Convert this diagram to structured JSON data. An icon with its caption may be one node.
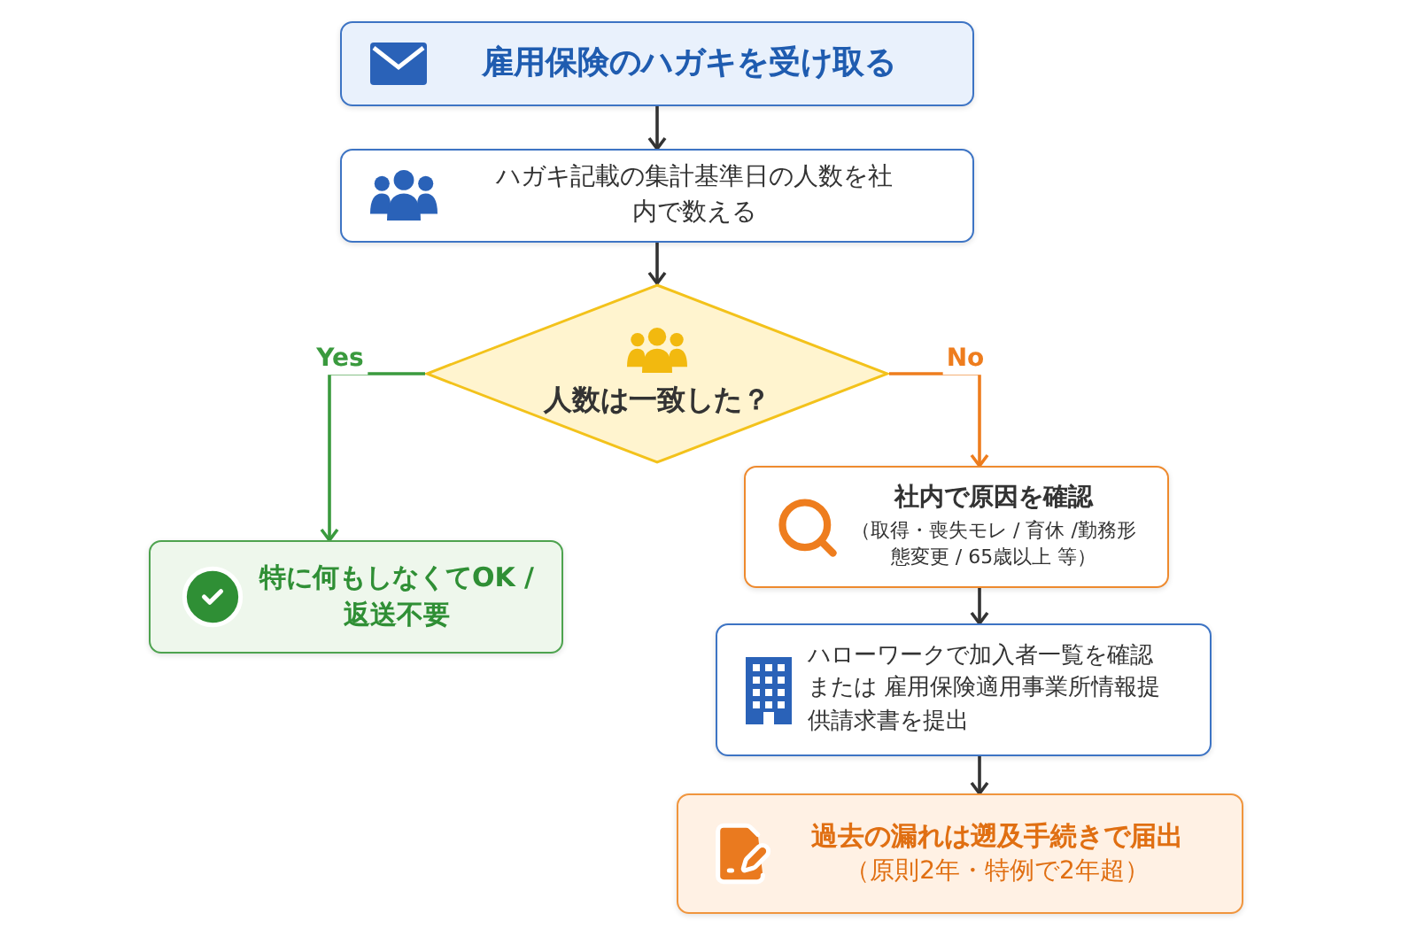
{
  "diagram": {
    "nodes": [
      {
        "text": [
          "雇用保険のハガキを受け取る"
        ]
      },
      {
        "text": [
          "ハガキ記載の集計基準日の人数を社内で数える"
        ]
      },
      {
        "text": [
          "人数は一致した？"
        ]
      },
      {
        "text": [
          "特に何もしなくてOK /返送不要"
        ]
      },
      {
        "text": [
          "社内で原因を確認",
          "（取得・喪失モレ / 育休 /勤務形態変更 / 65歳以上 等）"
        ]
      },
      {
        "text": [
          "ハローワークで加入者一覧を確認または 雇用保険適用事業所情報提供請求書を提出"
        ]
      },
      {
        "text": [
          "過去の漏れは遡及手続きで届出",
          "（原則2年・特例で2年超）"
        ]
      }
    ],
    "edges": [
      {
        "from": 0,
        "to": 1,
        "arrow": "to"
      },
      {
        "from": 1,
        "to": 2,
        "arrow": "to"
      },
      {
        "from": 2,
        "to": 3,
        "arrow": "to",
        "label": "Yes",
        "color": "#3a9a3e"
      },
      {
        "from": 2,
        "to": 4,
        "arrow": "to",
        "label": "No",
        "color": "#ee7d1e"
      },
      {
        "from": 4,
        "to": 5,
        "arrow": "to"
      },
      {
        "from": 5,
        "to": 6,
        "arrow": "to"
      }
    ]
  }
}
